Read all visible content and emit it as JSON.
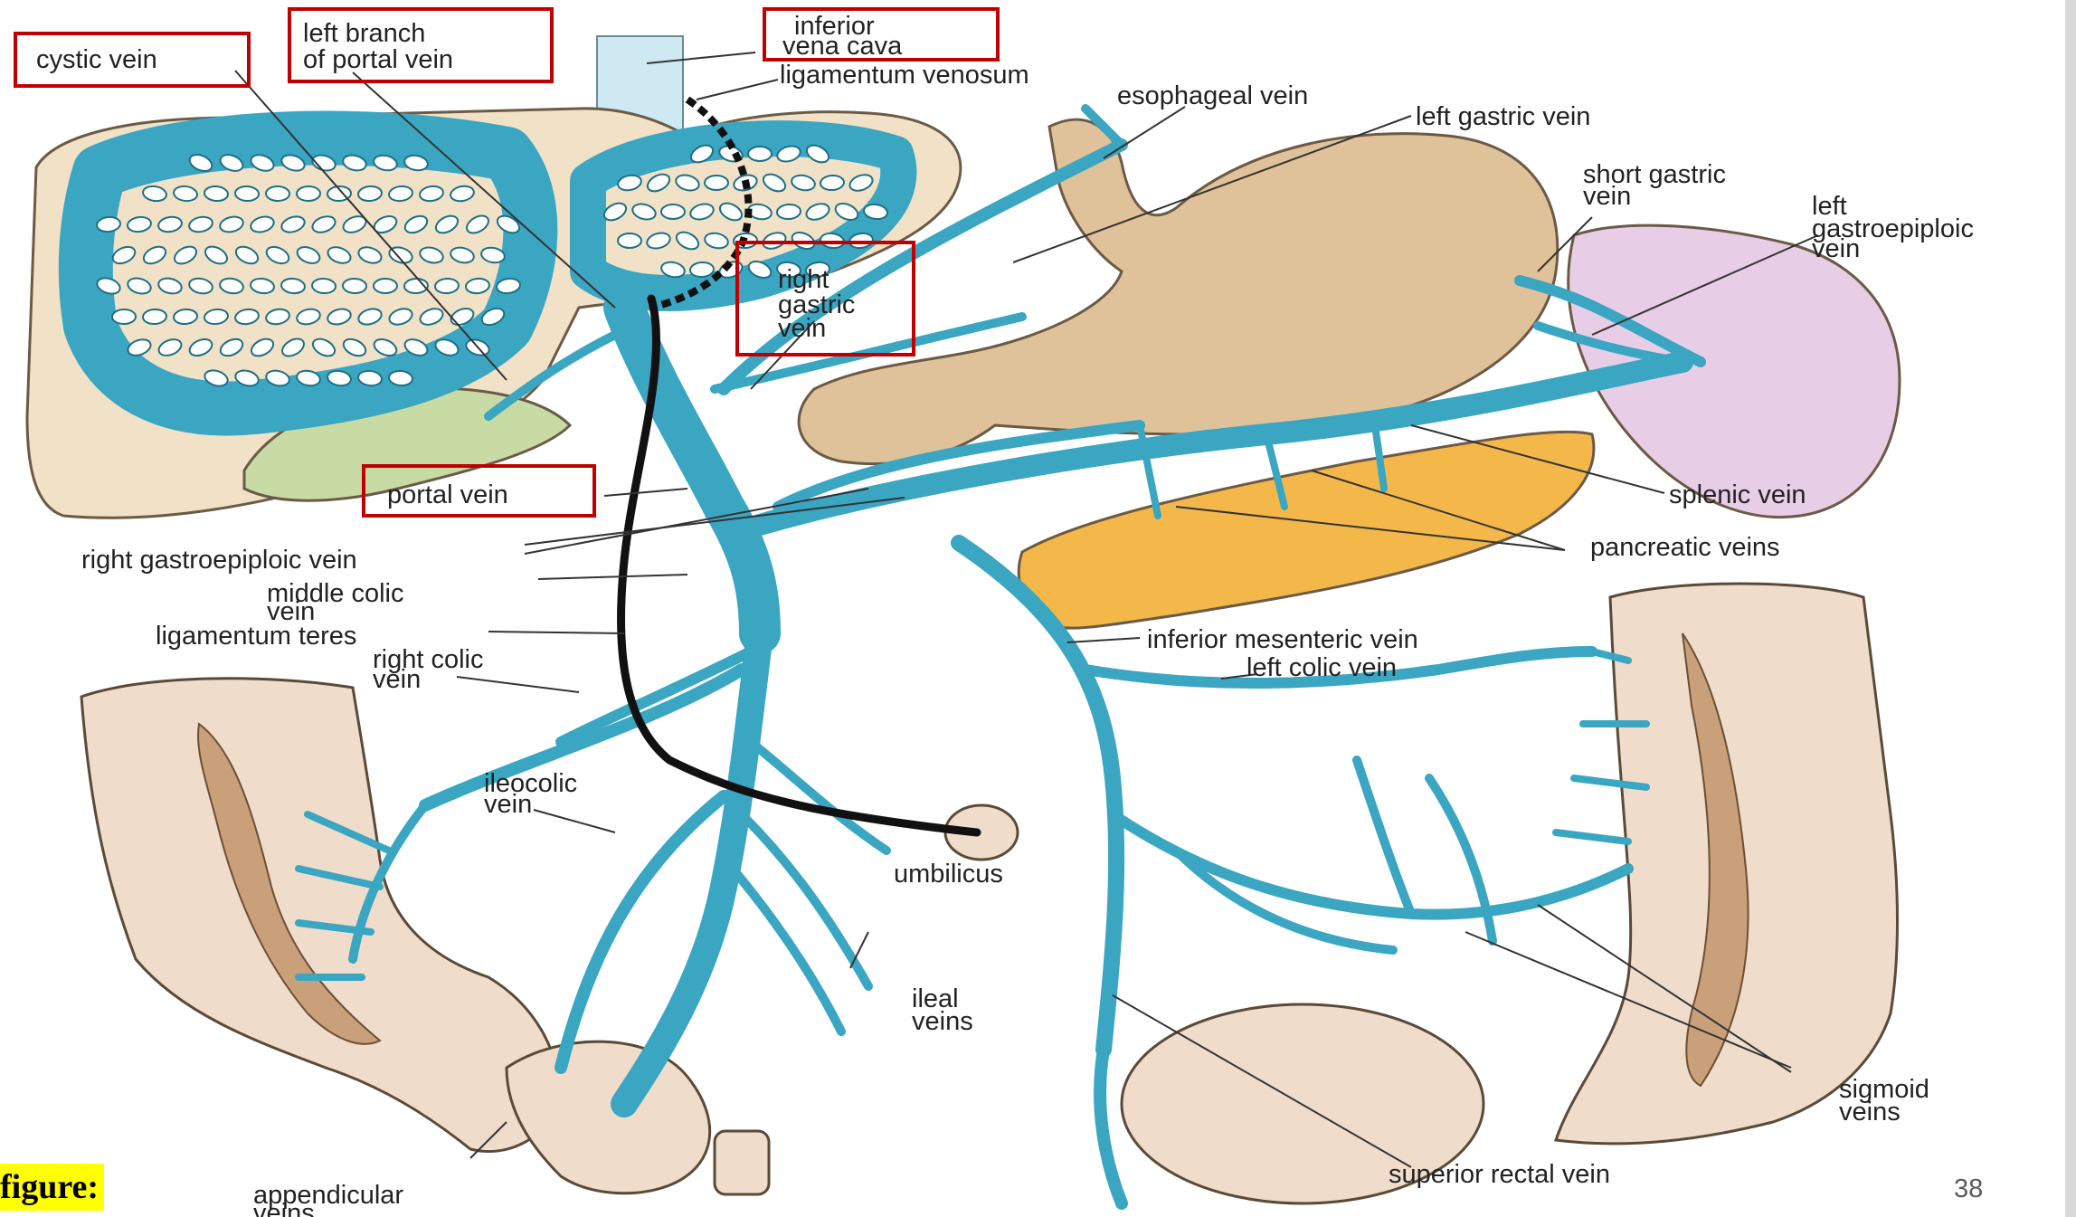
{
  "labels": {
    "cystic_vein": "cystic vein",
    "left_branch_portal_line1": "left branch",
    "left_branch_portal_line2": "of portal vein",
    "ivc_line1": "inferior",
    "ivc_line2": "vena cava",
    "ligamentum_venosum": "ligamentum venosum",
    "esophageal_vein": "esophageal vein",
    "left_gastric_vein": "left gastric vein",
    "short_gastric_line1": "short gastric",
    "short_gastric_line2": "vein",
    "left_gastroepiploic_line1": "left",
    "left_gastroepiploic_line2": "gastroepiploic",
    "left_gastroepiploic_line3": "vein",
    "right_gastric_line1": "right",
    "right_gastric_line2": "gastric",
    "right_gastric_line3": "vein",
    "portal_vein": "portal vein",
    "splenic_vein": "splenic vein",
    "right_gastroepiploic_vein": "right gastroepiploic vein",
    "pancreatic_veins": "pancreatic veins",
    "middle_colic_line1": "middle colic",
    "middle_colic_line2": "vein",
    "ligamentum_teres": "ligamentum teres",
    "inferior_mesenteric_vein": "inferior mesenteric vein",
    "right_colic_line1": "right colic",
    "right_colic_line2": "vein",
    "left_colic_vein": "left colic vein",
    "ileocolic_line1": "ileocolic",
    "ileocolic_line2": "vein",
    "umbilicus": "umbilicus",
    "ileal_line1": "ileal",
    "ileal_line2": "veins",
    "sigmoid_line1": "sigmoid",
    "sigmoid_line2": "veins",
    "superior_rectal_vein": "superior rectal vein",
    "appendicular_line1": "appendicular",
    "appendicular_line2": "veins"
  },
  "caption": "figure:",
  "page_number": "38",
  "colors": {
    "highlight_box": "#c00000",
    "vein": "#3aa6c2",
    "caption_bg": "#ffff00"
  }
}
